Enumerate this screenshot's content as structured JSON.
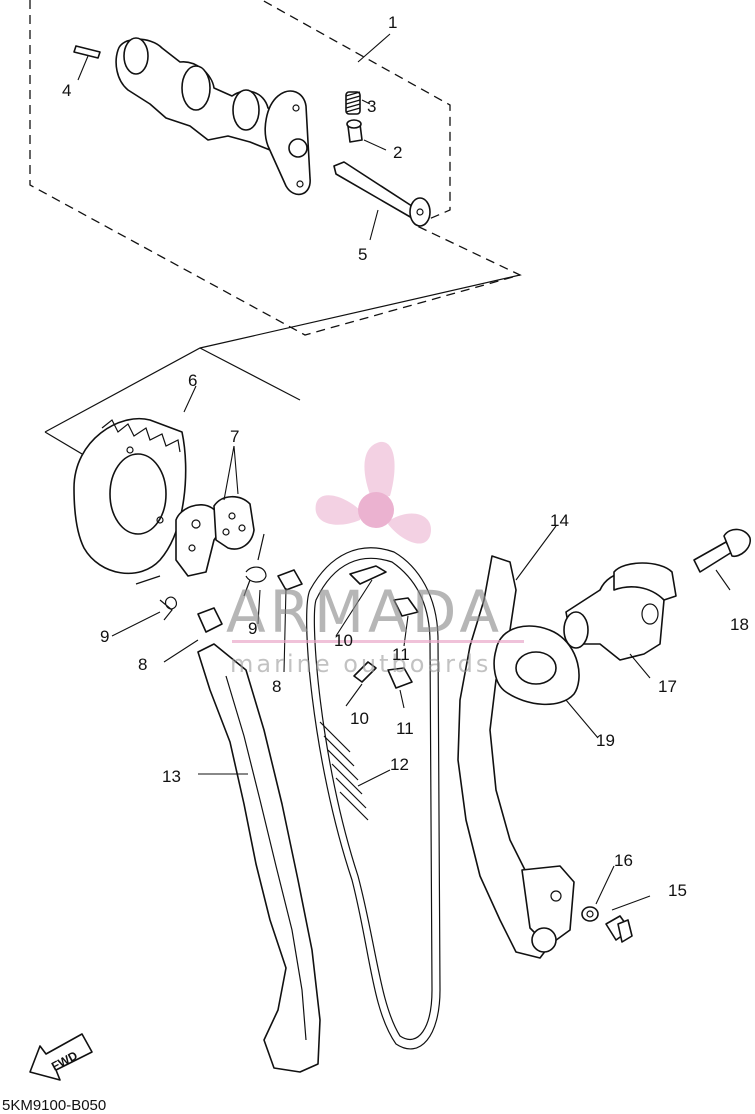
{
  "diagram_code": "5KM9100-B050",
  "direction_label": "FWD",
  "watermark": {
    "brand": "ARMADA",
    "tagline": "marine outboards",
    "brand_color": "#e8a5c8"
  },
  "callouts": [
    "1",
    "2",
    "3",
    "4",
    "5",
    "6",
    "7",
    "8",
    "8",
    "9",
    "9",
    "10",
    "10",
    "11",
    "11",
    "12",
    "13",
    "14",
    "15",
    "16",
    "17",
    "18",
    "19"
  ]
}
